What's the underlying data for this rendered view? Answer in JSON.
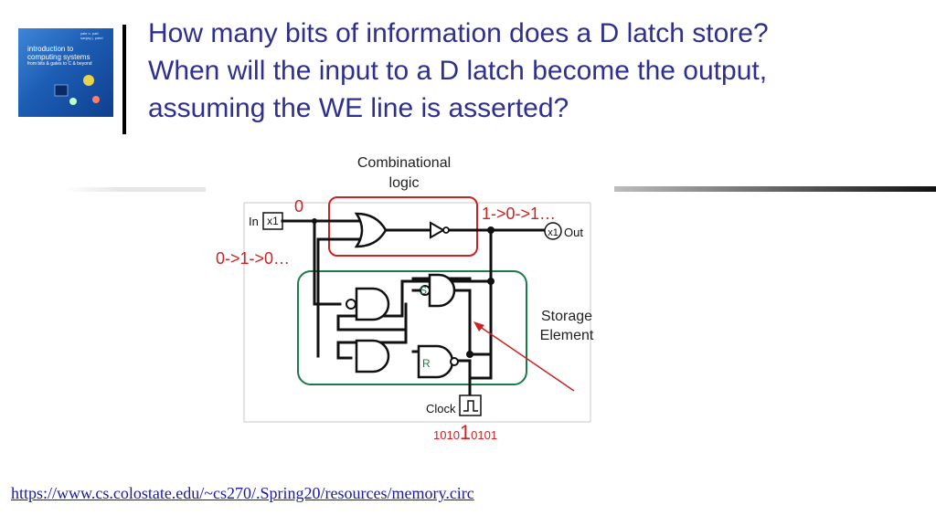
{
  "title": {
    "lines": [
      "How many bits of information does a D latch store?",
      "When will the input to a D latch become the output,",
      "assuming the WE line is asserted?"
    ]
  },
  "book": {
    "title_lines": [
      "introduction to",
      "computing systems",
      "from bits & gates to C & beyond"
    ],
    "authors_lines": [
      "yale n. patt",
      "sanjay j. patel"
    ]
  },
  "diagram": {
    "combinational_lines": [
      "Combinational",
      "logic"
    ],
    "storage_lines": [
      "Storage",
      "Element"
    ],
    "in_label": "In",
    "in_probe": "x1",
    "out_label": "Out",
    "out_probe": "x1",
    "clock_label": "Clock",
    "s_label": "S",
    "r_label": "R",
    "top_value": "0",
    "left_sequence": "0->1->0…",
    "output_sequence": "1->0->1…",
    "clock_seq_before": "1010",
    "clock_seq_current": "1",
    "clock_seq_after": "0101",
    "colors": {
      "red": "#cc2222",
      "green": "#1a7a4a",
      "title": "#2f2f8f"
    }
  },
  "footer": {
    "url": "https://www.cs.colostate.edu/~cs270/.Spring20/resources/memory.circ"
  }
}
